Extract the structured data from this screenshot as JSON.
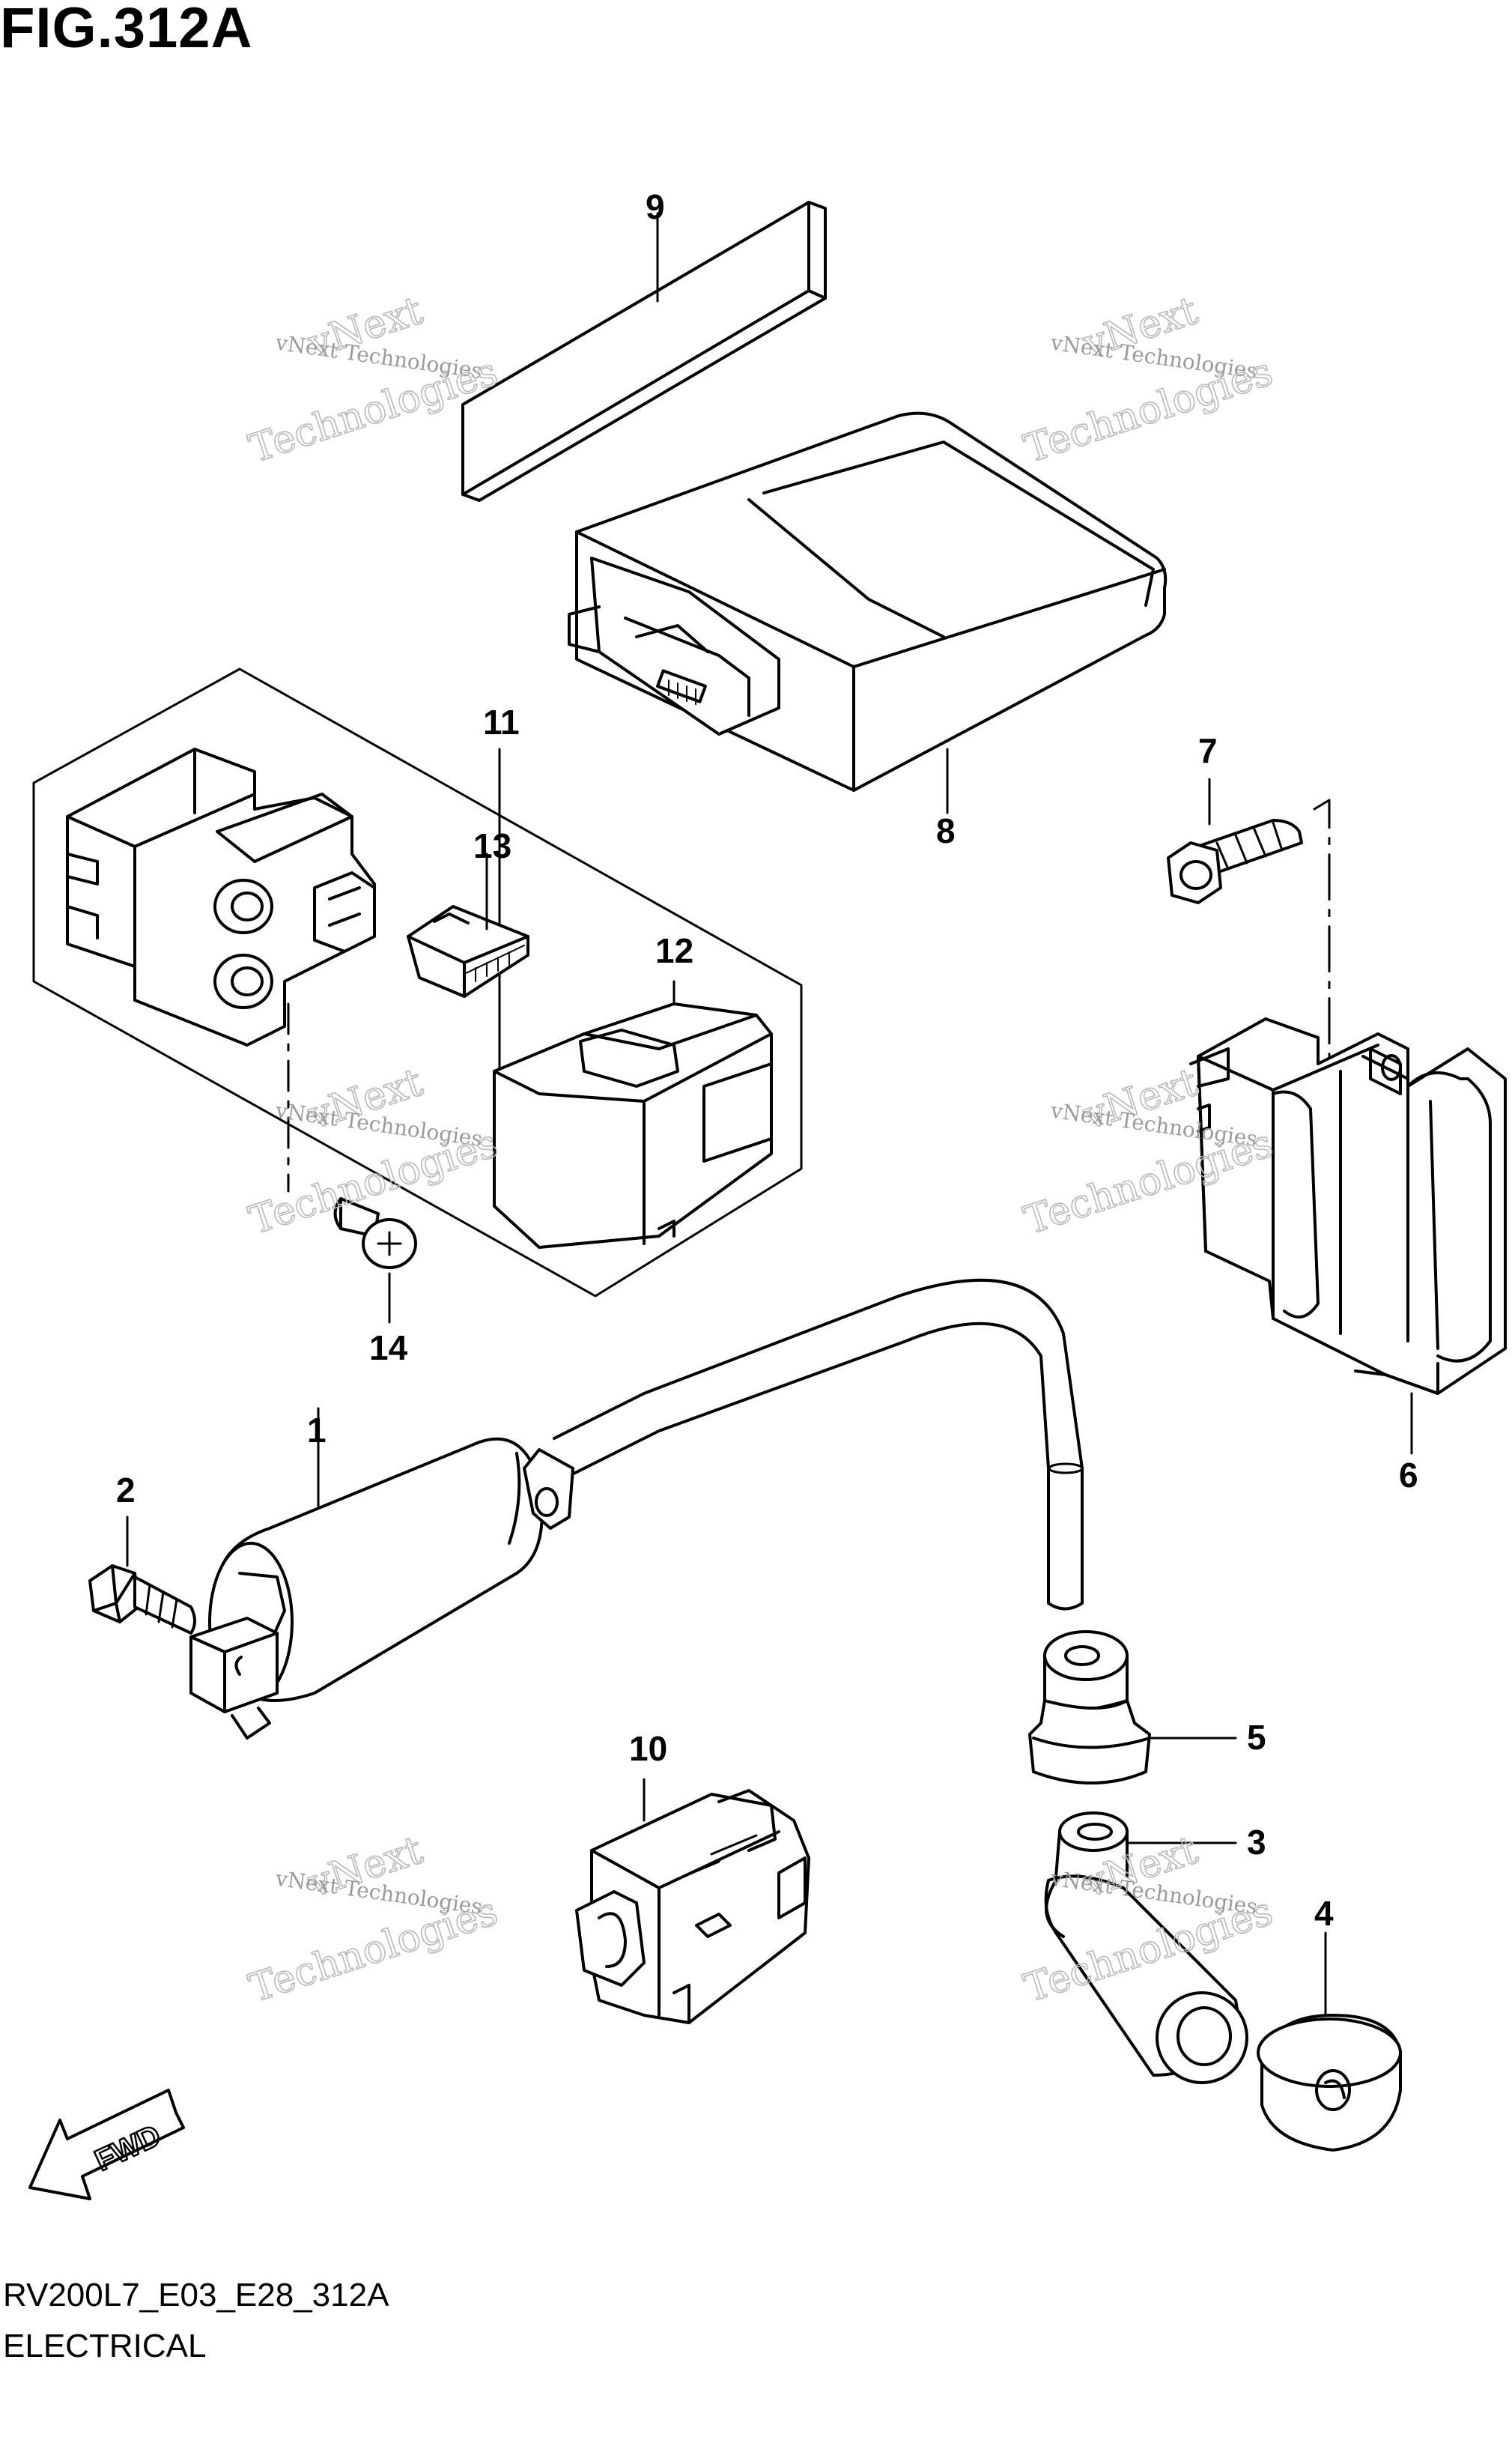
{
  "figure": {
    "title": "FIG.312A",
    "code": "RV200L7_E03_E28_312A",
    "name": "ELECTRICAL"
  },
  "direction_marker": {
    "label": "FWD",
    "icon": "fwd-arrow-icon"
  },
  "watermark": {
    "line1": "vNext Technologies",
    "line2": "vNext",
    "line3": "Technologies"
  },
  "callouts": [
    "1",
    "2",
    "3",
    "4",
    "5",
    "6",
    "7",
    "8",
    "9",
    "10",
    "11",
    "12",
    "13",
    "14"
  ],
  "parts": [
    {
      "callout": "1",
      "icon": "ignition-coil-icon"
    },
    {
      "callout": "2",
      "icon": "bolt-icon"
    },
    {
      "callout": "3",
      "icon": "grommet-icon"
    },
    {
      "callout": "4",
      "icon": "plug-cap-icon"
    },
    {
      "callout": "5",
      "icon": "seal-icon"
    },
    {
      "callout": "6",
      "icon": "regulator-icon"
    },
    {
      "callout": "7",
      "icon": "bolt-icon"
    },
    {
      "callout": "8",
      "icon": "ecm-unit-icon"
    },
    {
      "callout": "9",
      "icon": "cushion-pad-icon"
    },
    {
      "callout": "10",
      "icon": "relay-icon"
    },
    {
      "callout": "11",
      "icon": "starter-relay-icon"
    },
    {
      "callout": "12",
      "icon": "relay-cover-icon"
    },
    {
      "callout": "13",
      "icon": "fuse-icon"
    },
    {
      "callout": "14",
      "icon": "screw-icon"
    }
  ]
}
